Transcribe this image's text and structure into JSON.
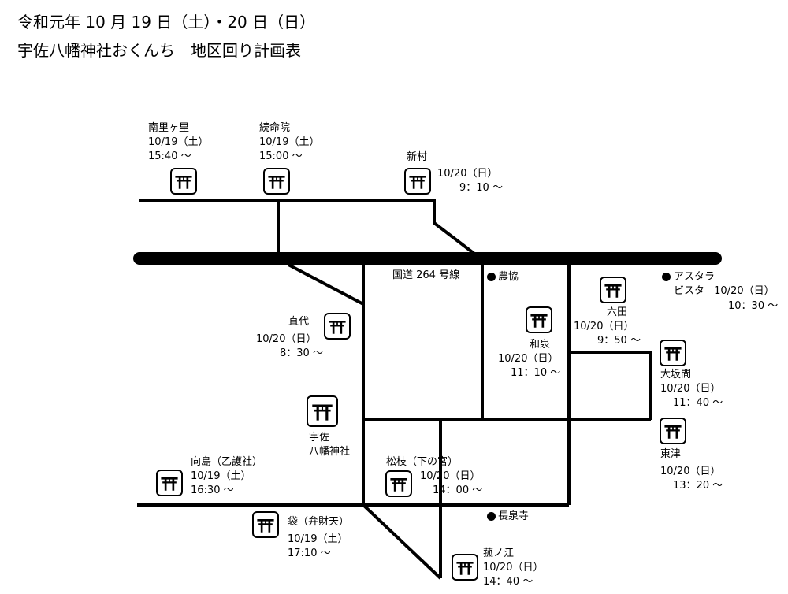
{
  "header": {
    "date_line": "令和元年 10 月 19 日（土）・20 日（日）",
    "plan_title": "宇佐八幡神社おくんち　地区回り計画表"
  },
  "map": {
    "road_label": "国道 264 号線",
    "stops": {
      "minamisatogasato": {
        "name": "南里ヶ里",
        "date": "10/19（土）",
        "time": "15:40 〜"
      },
      "zokumyoin": {
        "name": "続命院",
        "date": "10/19（土）",
        "time": "15:00 〜"
      },
      "shinmura": {
        "name": "新村",
        "date": "10/20（日）",
        "time": "9：10 〜"
      },
      "naoshiro": {
        "name": "直代",
        "date": "10/20（日）",
        "time": "8：30 〜"
      },
      "rokuta": {
        "name": "六田",
        "date": "10/20（日）",
        "time": "9：50 〜"
      },
      "wasen": {
        "name": "和泉",
        "date": "10/20（日）",
        "time": "11：10 〜"
      },
      "osakama": {
        "name": "大坂間",
        "date": "10/20（日）",
        "time": "11：40 〜"
      },
      "higashitsu": {
        "name": "東津",
        "date": "10/20（日）",
        "time": "13：20 〜"
      },
      "astarabista": {
        "name_line1": "アスタラ",
        "name_line2": "ビスタ",
        "date": "10/20（日）",
        "time": "10：30 〜"
      },
      "shrine": {
        "name_line1": "宇佐",
        "name_line2": "八幡神社"
      },
      "mukaijima": {
        "name": "向島（乙護社）",
        "date": "10/19（土）",
        "time": "16:30 〜"
      },
      "matsueda": {
        "name": "松枝（下の宮）",
        "date": "10/20（日）",
        "time": "14：00 〜"
      },
      "fukuro": {
        "name": "袋（弁財天）",
        "date": "10/19（土）",
        "time": "17:10 〜"
      },
      "komonoe": {
        "name": "菰ノ江",
        "date": "10/20（日）",
        "time": "14：40 〜"
      }
    },
    "landmarks": {
      "nokyo": "農協",
      "chosenji": "長泉寺"
    }
  }
}
